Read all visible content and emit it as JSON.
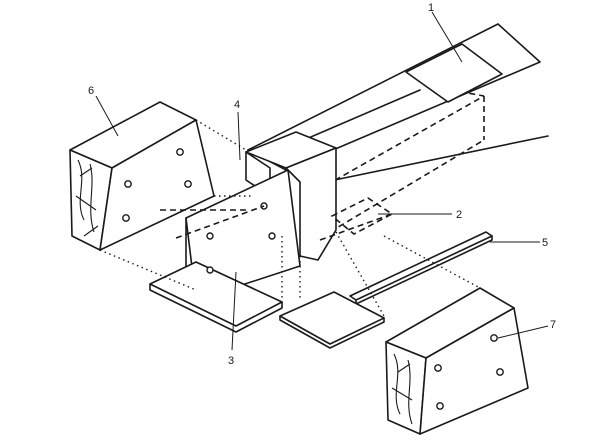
{
  "diagram": {
    "callouts": [
      {
        "id": "1",
        "label": "1"
      },
      {
        "id": "2",
        "label": "2"
      },
      {
        "id": "3",
        "label": "3"
      },
      {
        "id": "4",
        "label": "4"
      },
      {
        "id": "5",
        "label": "5"
      },
      {
        "id": "6",
        "label": "6"
      },
      {
        "id": "7",
        "label": "7"
      }
    ],
    "colors": {
      "ink": "#1a1a1a",
      "paper": "#ffffff"
    }
  }
}
